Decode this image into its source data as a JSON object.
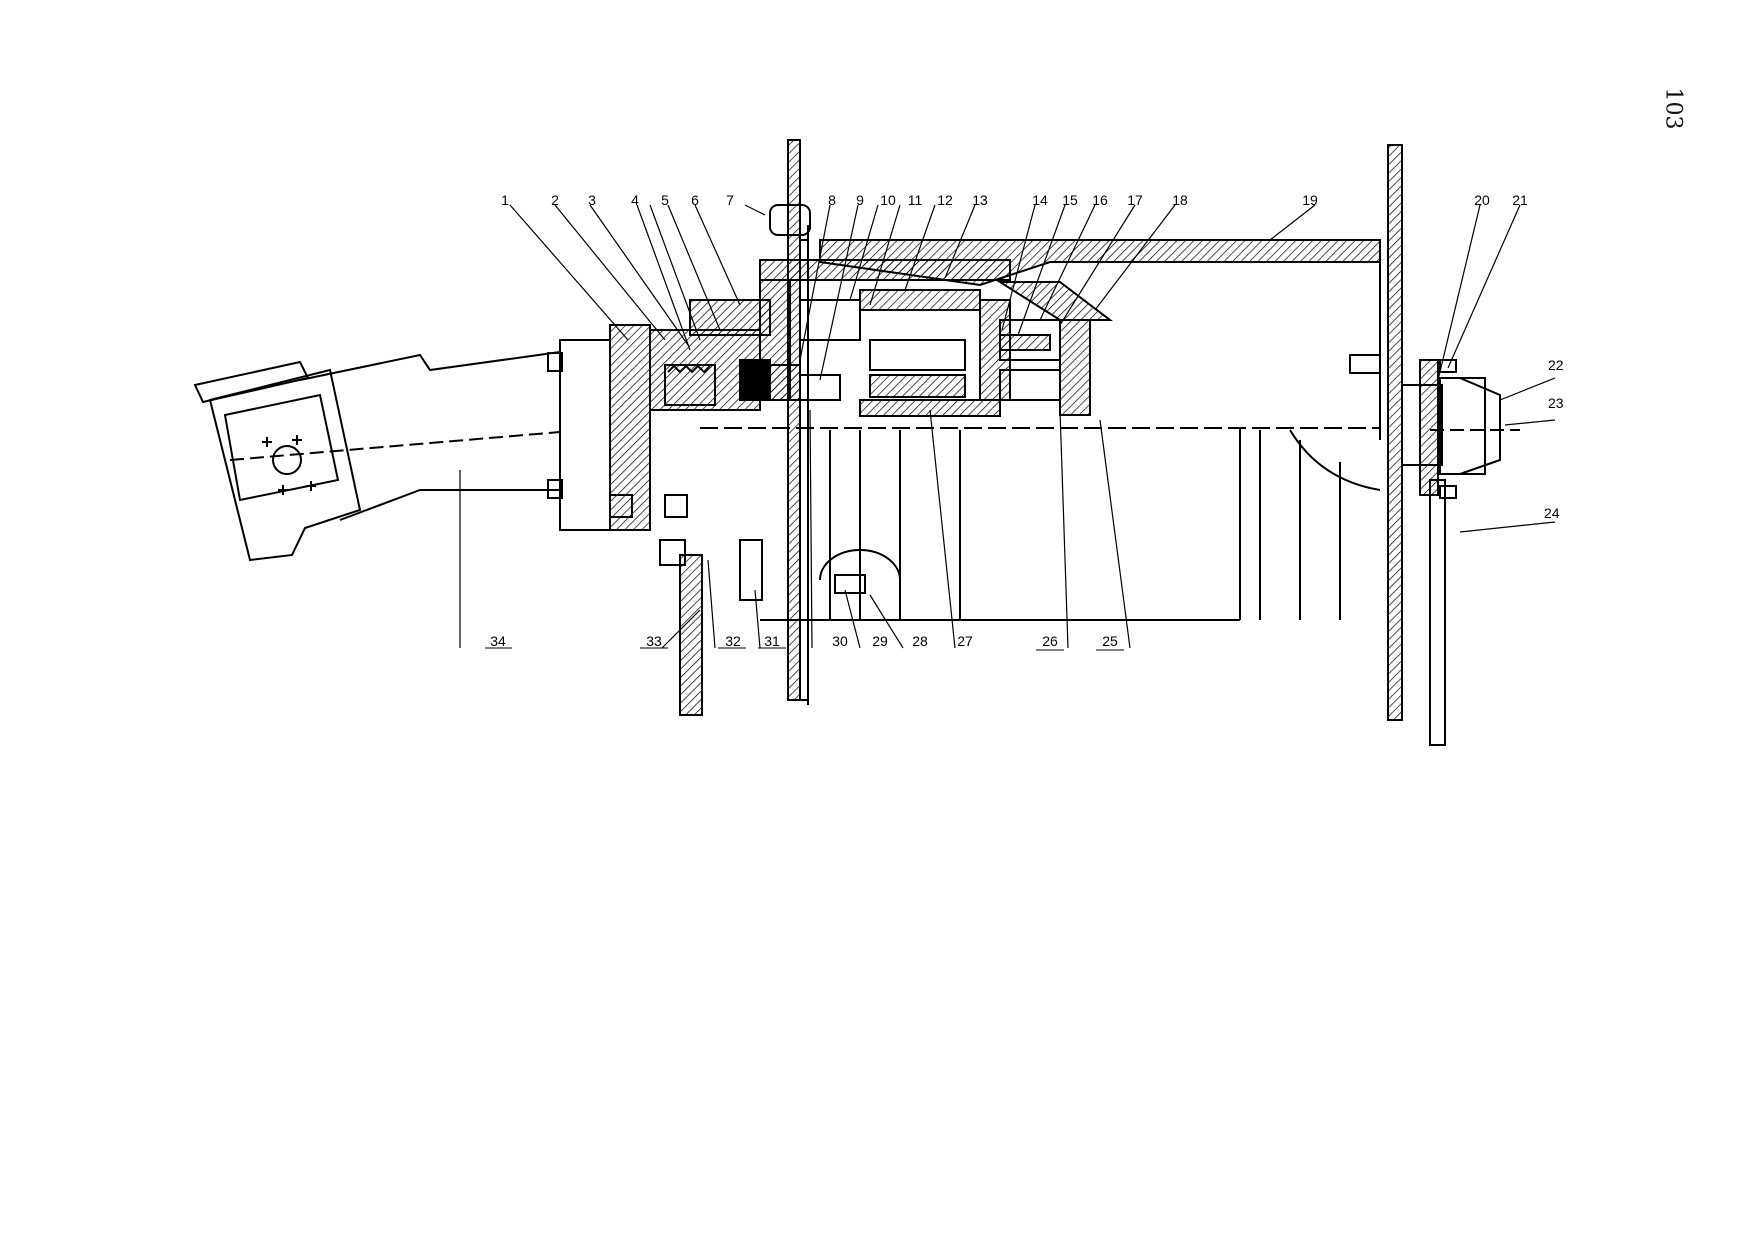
{
  "page_number": "103",
  "labels_top": [
    "1",
    "2",
    "3",
    "4",
    "5",
    "6",
    "7",
    "8",
    "9",
    "10",
    "11",
    "12",
    "13",
    "14",
    "15",
    "16",
    "17",
    "18",
    "19",
    "20",
    "21"
  ],
  "labels_right": [
    "22",
    "23",
    "24"
  ],
  "labels_bottom": [
    "34",
    "33",
    "32",
    "31",
    "30",
    "29",
    "28",
    "27",
    "26",
    "25"
  ]
}
